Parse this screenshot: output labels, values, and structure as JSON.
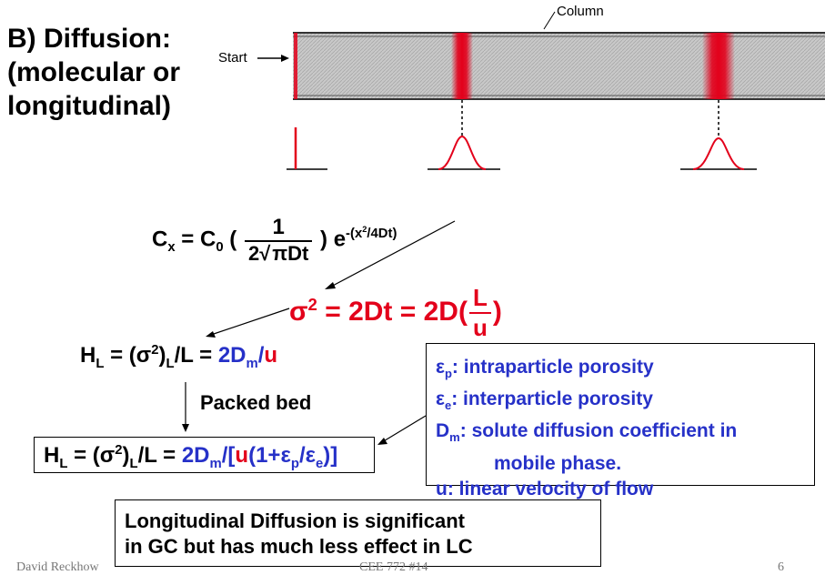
{
  "title": {
    "line1": "B) Diffusion:",
    "line2": "(molecular or",
    "line3": "longitudinal)"
  },
  "figure": {
    "column_label": "Column",
    "start_label": "Start"
  },
  "equations": {
    "cx_lhs": "C",
    "cx_sub": "x",
    "c0": "C",
    "c0_sub": "0",
    "numerator": "1",
    "denominator_prefix": "2",
    "denominator_root": "πDt",
    "exp_base": "e",
    "exponent": "-(x",
    "exponent_sq": "2",
    "exponent_rest": "/4Dt)",
    "sigma_lhs": "σ",
    "sigma_sq": "2",
    "sigma_mid": " = 2Dt = 2D(",
    "sigma_num": "L",
    "sigma_den": "u",
    "sigma_close": ")",
    "hl_text1": "H",
    "hl_sub": "L",
    "hl_text2": " = (σ",
    "hl_sq": "2",
    "hl_text3": ")",
    "hl_sub2": "L",
    "hl_text4": "/L = ",
    "hl_2d": "2D",
    "hl_m": "m",
    "hl_slash": "/",
    "hl_u": "u",
    "packed_bed": "Packed bed",
    "hl2_open": "/[",
    "hl2_rest1": "(1+ε",
    "hl2_p": "p",
    "hl2_slash": "/ε",
    "hl2_e": "e",
    "hl2_close": ")]"
  },
  "definitions": {
    "ep_sym": "ε",
    "ep_sub": "p",
    "ep_text": ": intraparticle porosity",
    "ee_sym": "ε",
    "ee_sub": "e",
    "ee_text": ": interparticle porosity",
    "dm_sym": "D",
    "dm_sub": "m",
    "dm_text": ": solute diffusion coefficient in",
    "dm_text2": "mobile phase.",
    "u_text": "u: linear velocity of flow"
  },
  "conclusion": {
    "line1": "Longitudinal Diffusion is significant",
    "line2": " in GC but has much less effect in LC"
  },
  "footer": {
    "author": "David Reckhow",
    "course": "CEE 772 #14",
    "page": "6"
  },
  "colors": {
    "red": "#e3001b",
    "blue": "#2631c8",
    "column_gray": "#c8c8c8"
  }
}
